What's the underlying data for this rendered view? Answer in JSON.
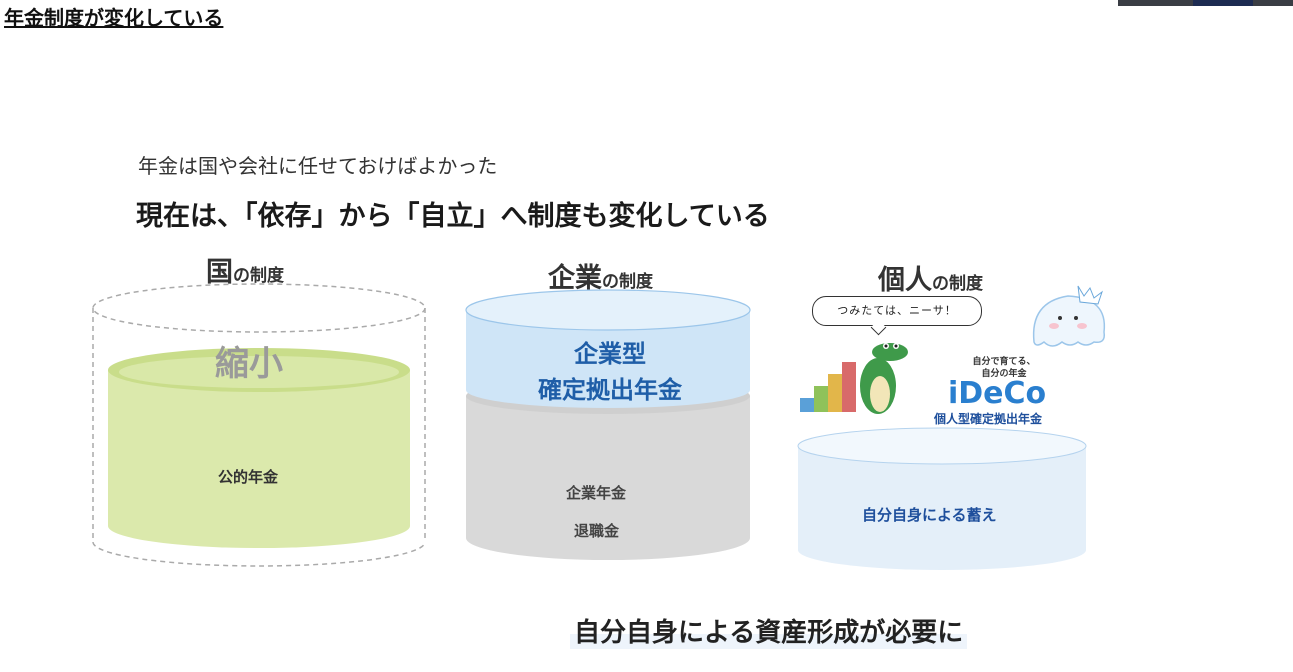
{
  "header": {
    "title": "年金制度が変化している"
  },
  "intro": "年金は国や会社に任せておけばよかった",
  "headline": "現在は、「依存」から「自立」へ制度も変化している",
  "columns": {
    "national": {
      "big": "国",
      "small": "の制度",
      "shrink_label": "縮小",
      "body_label": "公的年金"
    },
    "corporate": {
      "big": "企業",
      "small": "の制度",
      "top_line1": "企業型",
      "top_line2": "確定拠出年金",
      "body_line1": "企業年金",
      "body_line2": "退職金"
    },
    "personal": {
      "big": "個人",
      "small": "の制度",
      "bubble": "つみたては、ニーサ！",
      "tag_line1": "自分で育てる、",
      "tag_line2": "自分の年金",
      "logo": "iDeCo",
      "logo_sub": "個人型確定拠出年金",
      "body_label": "自分自身による蓄え"
    }
  },
  "footer": "自分自身による資産形成が必要に",
  "colors": {
    "green": "#d9e8a8",
    "blue_top": "#cfe5f7",
    "gray": "#d8d8d8",
    "personal_blue": "#e3eff9",
    "logo_blue": "#2a7fcf"
  }
}
